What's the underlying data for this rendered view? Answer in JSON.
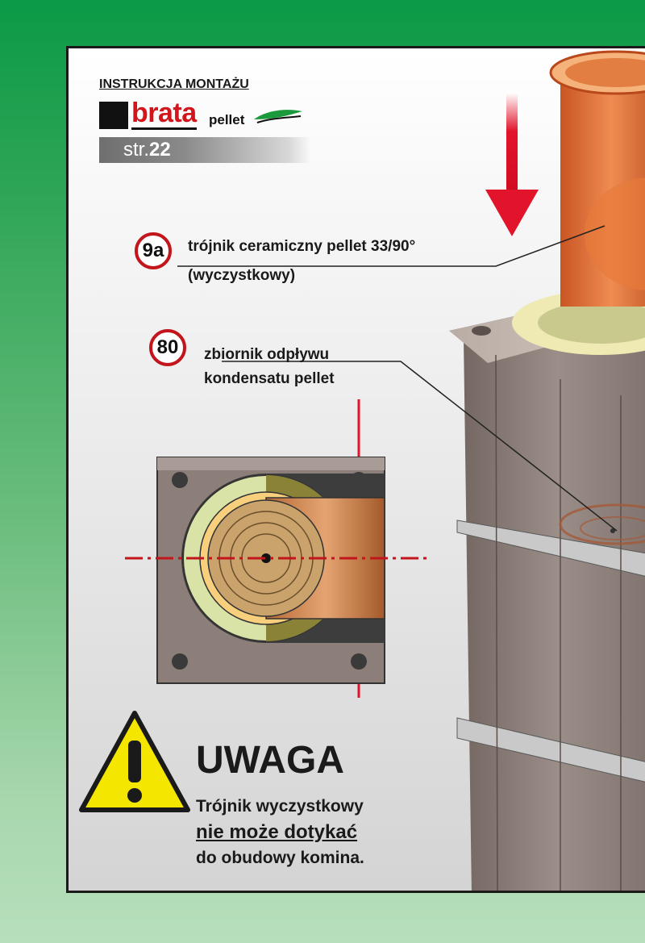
{
  "header": {
    "title": "INSTRUKCJA MONTAŻU",
    "brand": "brata",
    "brand_suffix": "pellet",
    "page_prefix": "str.",
    "page_number": "22"
  },
  "labels": [
    {
      "badge": "9a",
      "line1": "trójnik ceramiczny pellet 33/90°",
      "line2": "(wyczystkowy)"
    },
    {
      "badge": "80",
      "line1": "zbiornik odpływu",
      "line2": "kondensatu pellet"
    }
  ],
  "warning": {
    "title": "UWAGA",
    "line1": "Trójnik wyczystkowy",
    "line2": "nie może dotykać",
    "line3": "do obudowy komina."
  },
  "colors": {
    "accent_red": "#c3161c",
    "arrow_red": "#e2142b",
    "terracotta": "#d9682e",
    "chimney_grey": "#8c7f79",
    "warning_yellow": "#f5e600",
    "brand_green": "#0b9a47"
  }
}
